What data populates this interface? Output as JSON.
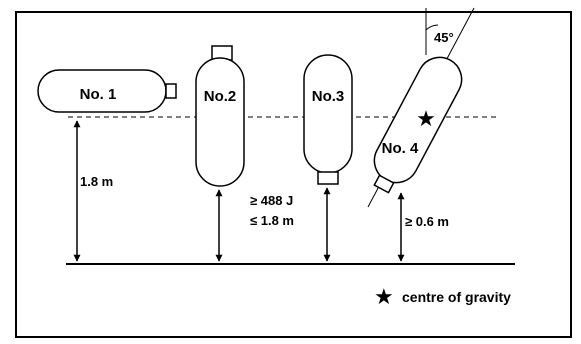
{
  "cylinders": {
    "c1": "No. 1",
    "c2": "No.2",
    "c3": "No.3",
    "c4": "No. 4"
  },
  "dimensions": {
    "height_1": "1.8 m",
    "energy": "≥ 488 J",
    "height_2": "≤ 1.8 m",
    "height_4": "≥ 0.6 m"
  },
  "angle_label": "45°",
  "legend": {
    "symbol": "★",
    "text": "centre of gravity"
  }
}
